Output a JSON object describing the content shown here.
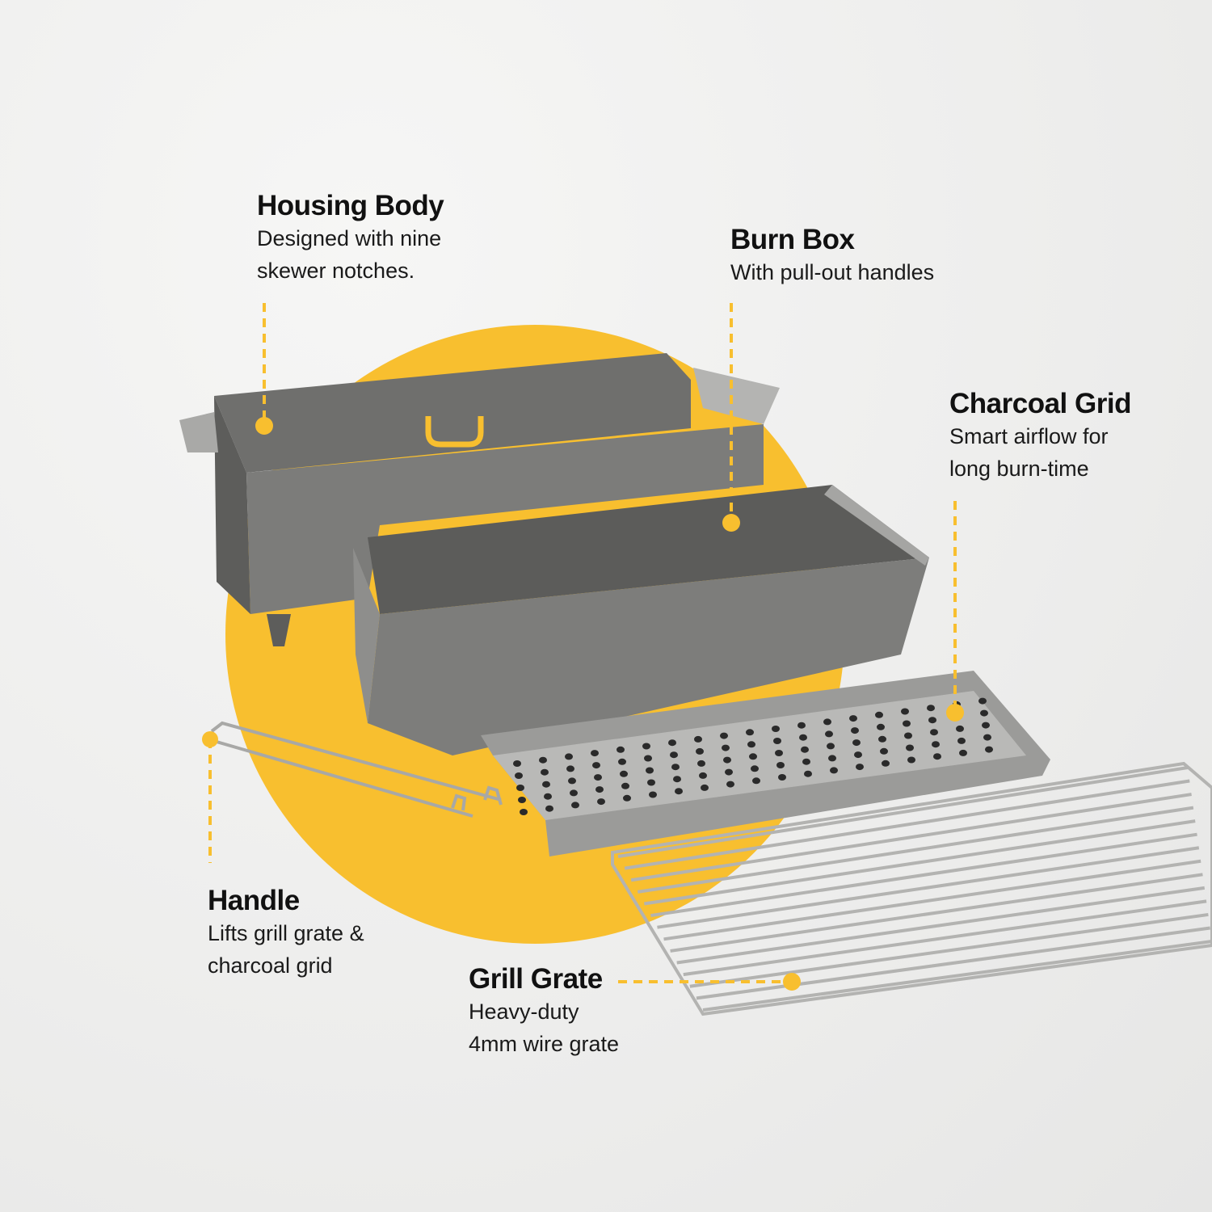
{
  "colors": {
    "accent": "#f8bf2f",
    "background": "#efefee",
    "steel": "#8a8a88"
  },
  "callouts": [
    {
      "title": "Housing Body",
      "lines": [
        "Designed with nine",
        "skewer notches."
      ]
    },
    {
      "title": "Burn Box",
      "lines": [
        "With pull-out handles"
      ]
    },
    {
      "title": "Charcoal Grid",
      "lines": [
        "Smart airflow for",
        "long burn-time"
      ]
    },
    {
      "title": "Handle",
      "lines": [
        "Lifts grill grate &",
        "charcoal grid"
      ]
    },
    {
      "title": "Grill Grate",
      "lines": [
        "Heavy-duty",
        "4mm wire grate"
      ]
    }
  ]
}
